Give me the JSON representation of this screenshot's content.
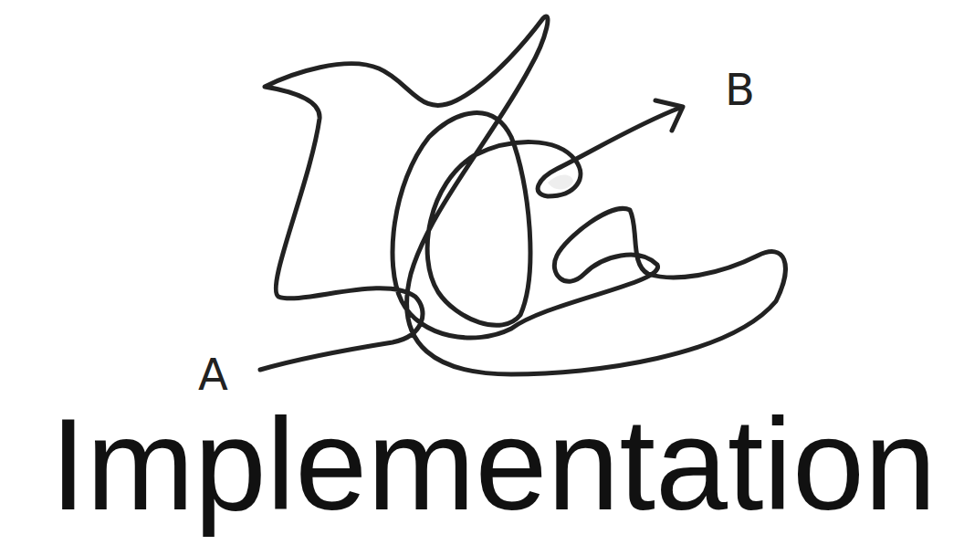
{
  "diagram": {
    "title": "Implementation",
    "labels": [
      "A",
      "B"
    ]
  }
}
